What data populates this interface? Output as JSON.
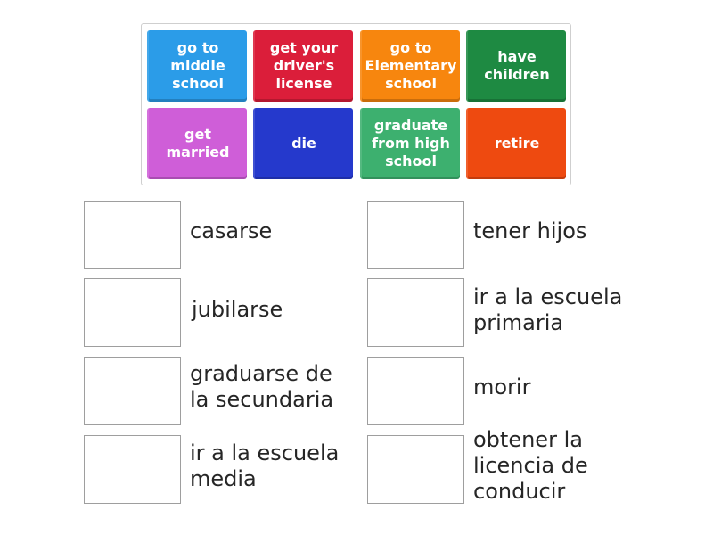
{
  "tiles": [
    {
      "text": "go to middle school",
      "color": "#2B9CE8"
    },
    {
      "text": "get your driver's license",
      "color": "#DB1E3A"
    },
    {
      "text": "go to Elementary school",
      "color": "#F7860E"
    },
    {
      "text": "have children",
      "color": "#1E8A42"
    },
    {
      "text": "get married",
      "color": "#CF5ED8"
    },
    {
      "text": "die",
      "color": "#2539CC"
    },
    {
      "text": "graduate from high school",
      "color": "#3DB06F"
    },
    {
      "text": "retire",
      "color": "#EE4A10"
    }
  ],
  "targets": [
    {
      "label": "casarse"
    },
    {
      "label": "tener hijos"
    },
    {
      "label": "jubilarse"
    },
    {
      "label": "ir a la escuela primaria"
    },
    {
      "label": "graduarse de la secundaria"
    },
    {
      "label": "morir"
    },
    {
      "label": "ir a la escuela media"
    },
    {
      "label": "obtener la licencia de conducir"
    }
  ]
}
